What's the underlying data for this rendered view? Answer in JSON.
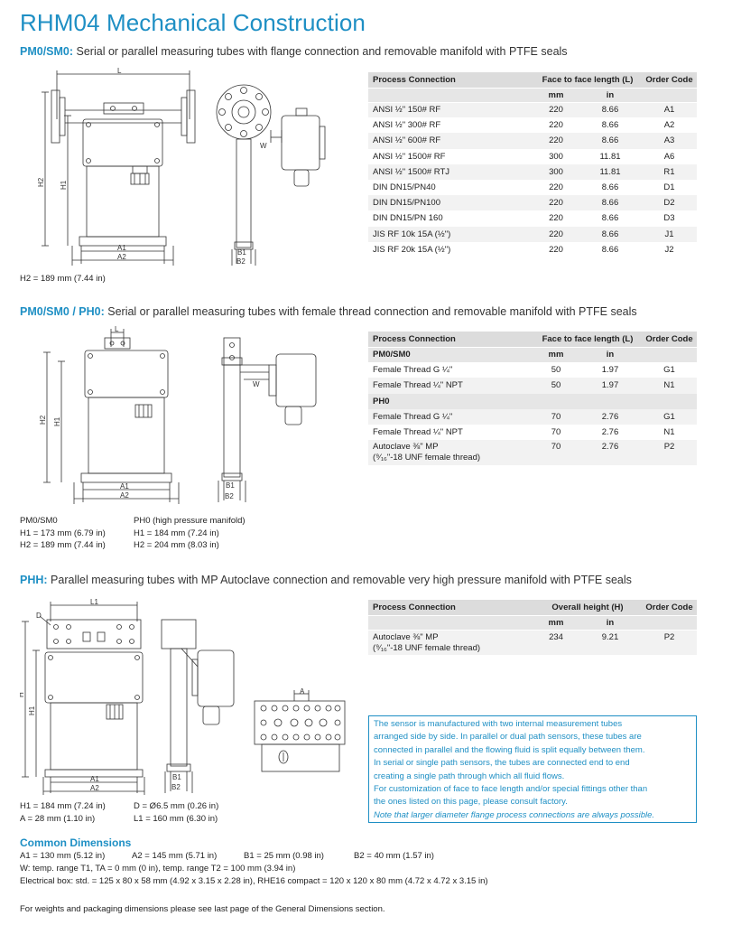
{
  "title": "RHM04 Mechanical Construction",
  "sections": [
    {
      "lead": "PM0/SM0:",
      "text": " Serial or parallel measuring tubes with flange connection and removable manifold with PTFE seals",
      "table": {
        "headers": [
          "Process Connection",
          "Face to face length (L)",
          "Order Code"
        ],
        "units": [
          "mm",
          "in"
        ],
        "rows": [
          [
            "ANSI ½\" 150# RF",
            "220",
            "8.66",
            "A1"
          ],
          [
            "ANSI ½\" 300# RF",
            "220",
            "8.66",
            "A2"
          ],
          [
            "ANSI ½\" 600# RF",
            "220",
            "8.66",
            "A3"
          ],
          [
            "ANSI ½\" 1500# RF",
            "300",
            "11.81",
            "A6"
          ],
          [
            "ANSI ½\" 1500# RTJ",
            "300",
            "11.81",
            "R1"
          ],
          [
            "DIN DN15/PN40",
            "220",
            "8.66",
            "D1"
          ],
          [
            "DIN DN15/PN100",
            "220",
            "8.66",
            "D2"
          ],
          [
            "DIN DN15/PN 160",
            "220",
            "8.66",
            "D3"
          ],
          [
            "JIS RF 10k 15A (½\")",
            "220",
            "8.66",
            "J1"
          ],
          [
            "JIS RF 20k 15A (½\")",
            "220",
            "8.66",
            "J2"
          ]
        ]
      },
      "notes": [
        "H2 = 189 mm (7.44 in)"
      ],
      "labels": {
        "L": "L",
        "H1": "H1",
        "H2": "H2",
        "A1": "A1",
        "A2": "A2",
        "B1": "B1",
        "B2": "B2",
        "W": "W"
      }
    },
    {
      "lead": "PM0/SM0 / PH0:",
      "text": " Serial or parallel measuring tubes with female thread connection and removable manifold with PTFE seals",
      "table": {
        "headers": [
          "Process Connection",
          "Face to face length (L)",
          "Order Code"
        ],
        "group1": "PM0/SM0",
        "group2": "PH0",
        "units": [
          "mm",
          "in"
        ],
        "rows1": [
          [
            "Female Thread G ¼\"",
            "50",
            "1.97",
            "G1"
          ],
          [
            "Female Thread ¼\" NPT",
            "50",
            "1.97",
            "N1"
          ]
        ],
        "rows2": [
          [
            "Female Thread G ¼\"",
            "70",
            "2.76",
            "G1"
          ],
          [
            "Female Thread ¼\" NPT",
            "70",
            "2.76",
            "N1"
          ]
        ],
        "autoclave": [
          "Autoclave ⅜\" MP",
          "(⁹⁄₁₆\"-18 UNF female thread)",
          "70",
          "2.76",
          "P2"
        ]
      },
      "notes_left": [
        "PM0/SM0",
        "H1 = 173 mm (6.79 in)",
        "H2 = 189 mm (7.44 in)"
      ],
      "notes_right": [
        "PH0 (high pressure manifold)",
        "H1 = 184 mm (7.24 in)",
        "H2 = 204 mm (8.03 in)"
      ],
      "labels": {
        "L": "L",
        "H1": "H1",
        "H2": "H2",
        "A1": "A1",
        "A2": "A2",
        "B1": "B1",
        "B2": "B2",
        "W": "W"
      }
    },
    {
      "lead": "PHH:",
      "text": " Parallel measuring tubes with MP Autoclave connection and removable very high pressure manifold with PTFE seals",
      "table": {
        "headers": [
          "Process Connection",
          "Overall height (H)",
          "Order Code"
        ],
        "units": [
          "mm",
          "in"
        ],
        "rows": [
          [
            "Autoclave ⅜\" MP",
            "(⁹⁄₁₆\"-18 UNF female thread)",
            "234",
            "9.21",
            "P2"
          ]
        ]
      },
      "notes_left": [
        "H1 = 184 mm (7.24 in)",
        "A = 28 mm (1.10 in)"
      ],
      "notes_right": [
        "D = Ø6.5 mm (0.26 in)",
        "L1 = 160 mm (6.30 in)"
      ],
      "labels": {
        "L1": "L1",
        "H": "H",
        "H1": "H1",
        "A1": "A1",
        "A2": "A2",
        "B1": "B1",
        "B2": "B2",
        "D": "D",
        "A": "A"
      }
    }
  ],
  "info_box": {
    "lines": [
      "The sensor is manufactured with two internal measurement tubes",
      "arranged side by side. In parallel or dual path sensors, these tubes are",
      "connected in parallel and the flowing fluid is split equally between them.",
      "In serial or single path sensors, the tubes are connected end to end",
      "creating a single path through which all fluid flows.",
      "For customization of face to face length and/or special fittings other than",
      "the ones listed on this page, please consult factory."
    ],
    "italic_line": "Note that larger diameter flange process connections are always possible."
  },
  "common": {
    "heading": "Common Dimensions",
    "line1": [
      "A1 = 130 mm (5.12 in)",
      "A2 = 145 mm (5.71 in)",
      "B1 = 25 mm (0.98 in)",
      "B2 = 40 mm (1.57 in)"
    ],
    "line2": "W: temp. range T1, TA = 0 mm (0 in), temp. range T2 = 100 mm (3.94 in)",
    "line3": "Electrical box: std. = 125 x 80 x 58 mm (4.92 x 3.15 x 2.28 in), RHE16 compact = 120 x 120 x 80 mm (4.72 x 4.72 x 3.15 in)"
  },
  "footer": "For weights and packaging dimensions please see last page of the General Dimensions section.",
  "colors": {
    "accent": "#1e8fc4",
    "table_header": "#dcdcdc",
    "row_alt": "#f2f2f2"
  }
}
